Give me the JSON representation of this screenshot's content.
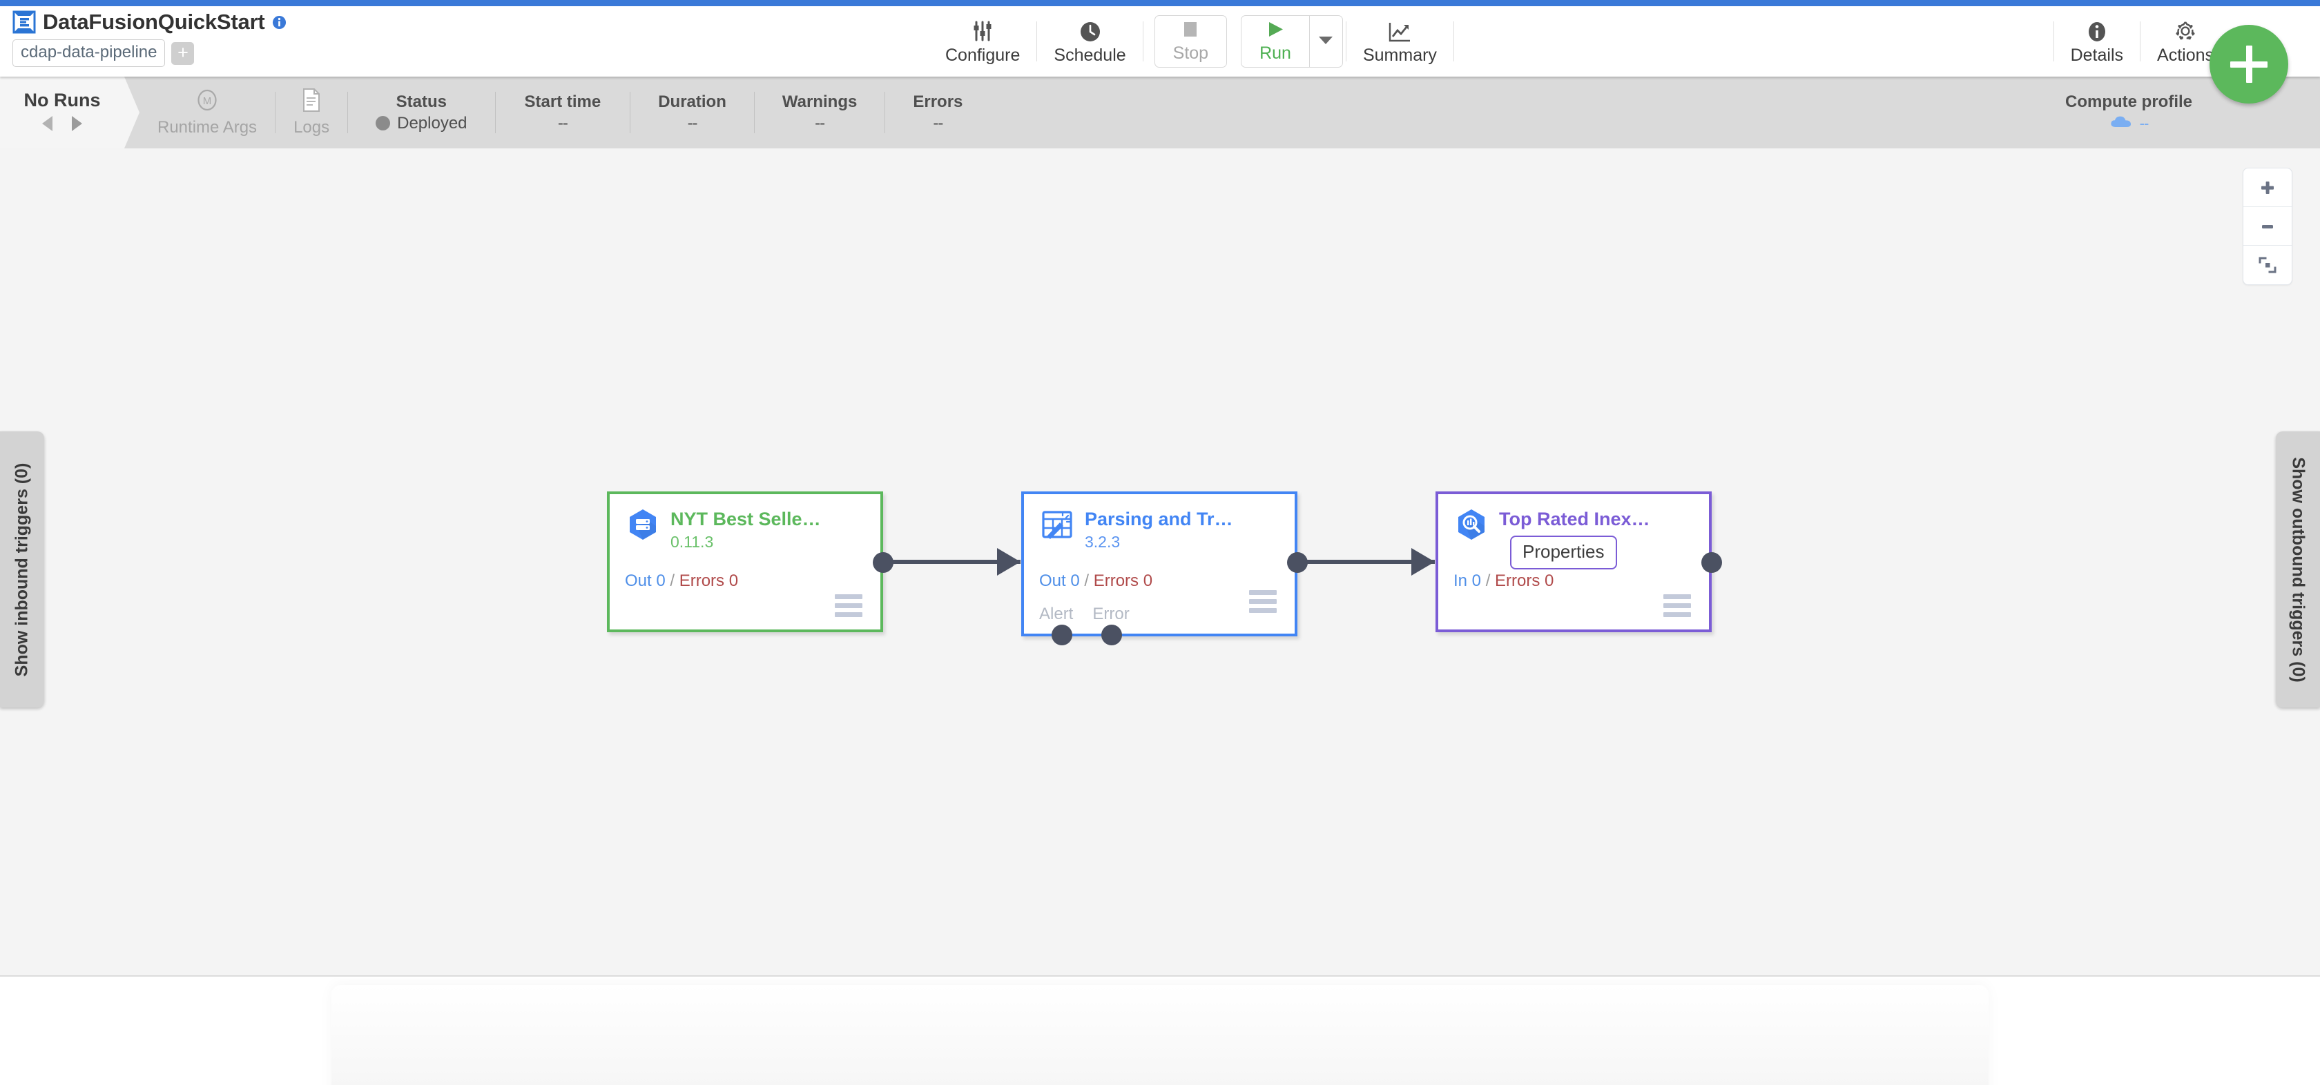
{
  "header": {
    "logo_icon": "cdap-logo-icon",
    "pipeline_name": "DataFusionQuickStart",
    "info_icon": "info-icon",
    "artifact_chip": "cdap-data-pipeline",
    "add_chip": "+",
    "toolbar": [
      {
        "id": "configure",
        "label": "Configure",
        "icon": "sliders-icon"
      },
      {
        "id": "schedule",
        "label": "Schedule",
        "icon": "clock-icon"
      },
      {
        "id": "stop",
        "label": "Stop",
        "icon": "stop-square-icon"
      },
      {
        "id": "run",
        "label": "Run",
        "icon": "play-triangle-icon"
      },
      {
        "id": "run-menu",
        "label": "",
        "icon": "caret-down-icon"
      },
      {
        "id": "summary",
        "label": "Summary",
        "icon": "line-chart-icon"
      }
    ],
    "right_toolbar": [
      {
        "id": "details",
        "label": "Details",
        "icon": "info-circle-icon"
      },
      {
        "id": "actions",
        "label": "Actions",
        "icon": "gear-icon"
      }
    ],
    "fab": {
      "label": "+",
      "color": "#5cb85c",
      "icon": "plus-icon"
    }
  },
  "runbar": {
    "runs_label": "No Runs",
    "prev_icon": "caret-left-icon",
    "next_icon": "caret-right-icon",
    "runtime_args": {
      "label": "Runtime Args",
      "icon": "macro-m-icon"
    },
    "logs": {
      "label": "Logs",
      "icon": "document-icon"
    },
    "metrics": [
      {
        "id": "status",
        "header": "Status",
        "value": "Deployed",
        "dot": true
      },
      {
        "id": "start-time",
        "header": "Start time",
        "value": "--"
      },
      {
        "id": "duration",
        "header": "Duration",
        "value": "--"
      },
      {
        "id": "warnings",
        "header": "Warnings",
        "value": "--"
      },
      {
        "id": "errors",
        "header": "Errors",
        "value": "--"
      }
    ],
    "compute_profile": {
      "header": "Compute profile",
      "value": "--",
      "icon": "cloud-icon"
    }
  },
  "canvas": {
    "zoom_controls": [
      {
        "id": "zoom-in",
        "icon": "plus-icon"
      },
      {
        "id": "zoom-out",
        "icon": "minus-icon"
      },
      {
        "id": "fit",
        "icon": "fit-screen-icon"
      }
    ],
    "inbound_triggers": "Show inbound triggers (0)",
    "outbound_triggers": "Show outbound triggers (0)",
    "nodes": [
      {
        "id": "nyt-best-sellers",
        "name": "NYT Best Selle…",
        "version": "0.11.3",
        "color": "#5cb85c",
        "icon": "bigquery-source-icon",
        "metrics": {
          "in_label": "",
          "out_label": "Out 0",
          "sep": "/",
          "err_label": "Errors 0"
        },
        "port_labels": []
      },
      {
        "id": "parsing-and-transform",
        "name": "Parsing and Tr…",
        "version": "3.2.3",
        "color": "#4285f4",
        "icon": "wrangler-icon",
        "metrics": {
          "out_label": "Out 0",
          "sep": "/",
          "err_label": "Errors 0"
        },
        "port_labels": [
          "Alert",
          "Error"
        ]
      },
      {
        "id": "top-rated-inexpensive",
        "name": "Top Rated Inex…",
        "version": "",
        "color": "#7b5cd6",
        "icon": "bigquery-sink-icon",
        "tooltip": "Properties",
        "metrics": {
          "out_label": "In 0",
          "sep": "/",
          "err_label": "Errors 0"
        },
        "port_labels": []
      }
    ]
  }
}
